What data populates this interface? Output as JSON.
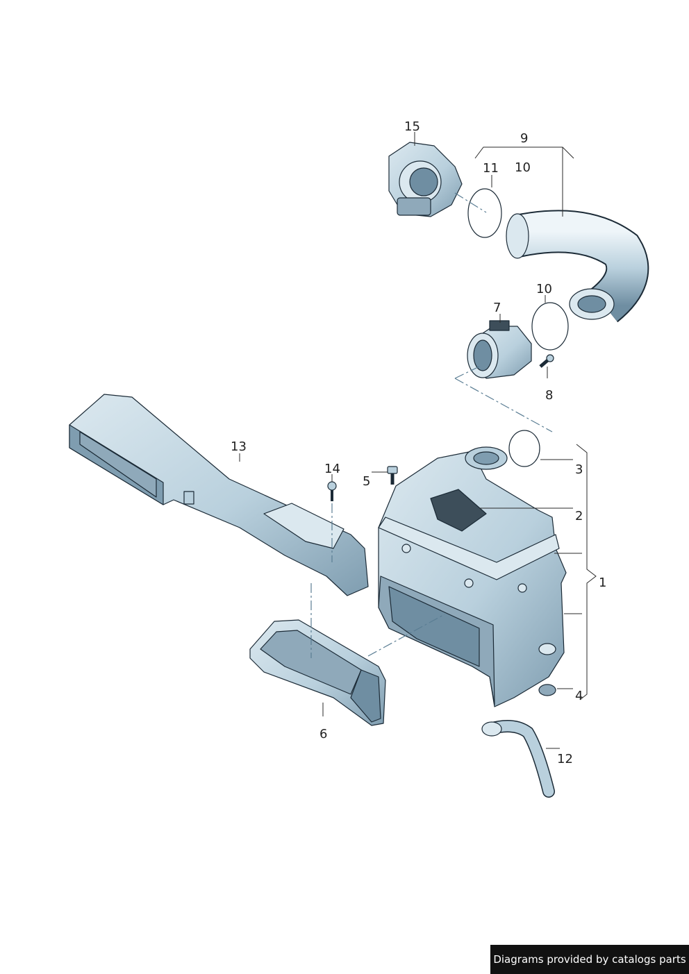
{
  "callouts": {
    "c1": "1",
    "c2": "2",
    "c3": "3",
    "c4": "4",
    "c5": "5",
    "c6": "6",
    "c7": "7",
    "c8": "8",
    "c9": "9",
    "c10a": "10",
    "c10b": "10",
    "c11": "11",
    "c12": "12",
    "c13": "13",
    "c14": "14",
    "c15": "15"
  },
  "footer": {
    "text": "Diagrams provided by catalogs parts"
  },
  "colors": {
    "part_fill": "#b9d0dd",
    "part_light": "#dbe8ef",
    "part_dark": "#7f9db0",
    "outline": "#1b2a36",
    "leader": "#2a2a2a"
  }
}
